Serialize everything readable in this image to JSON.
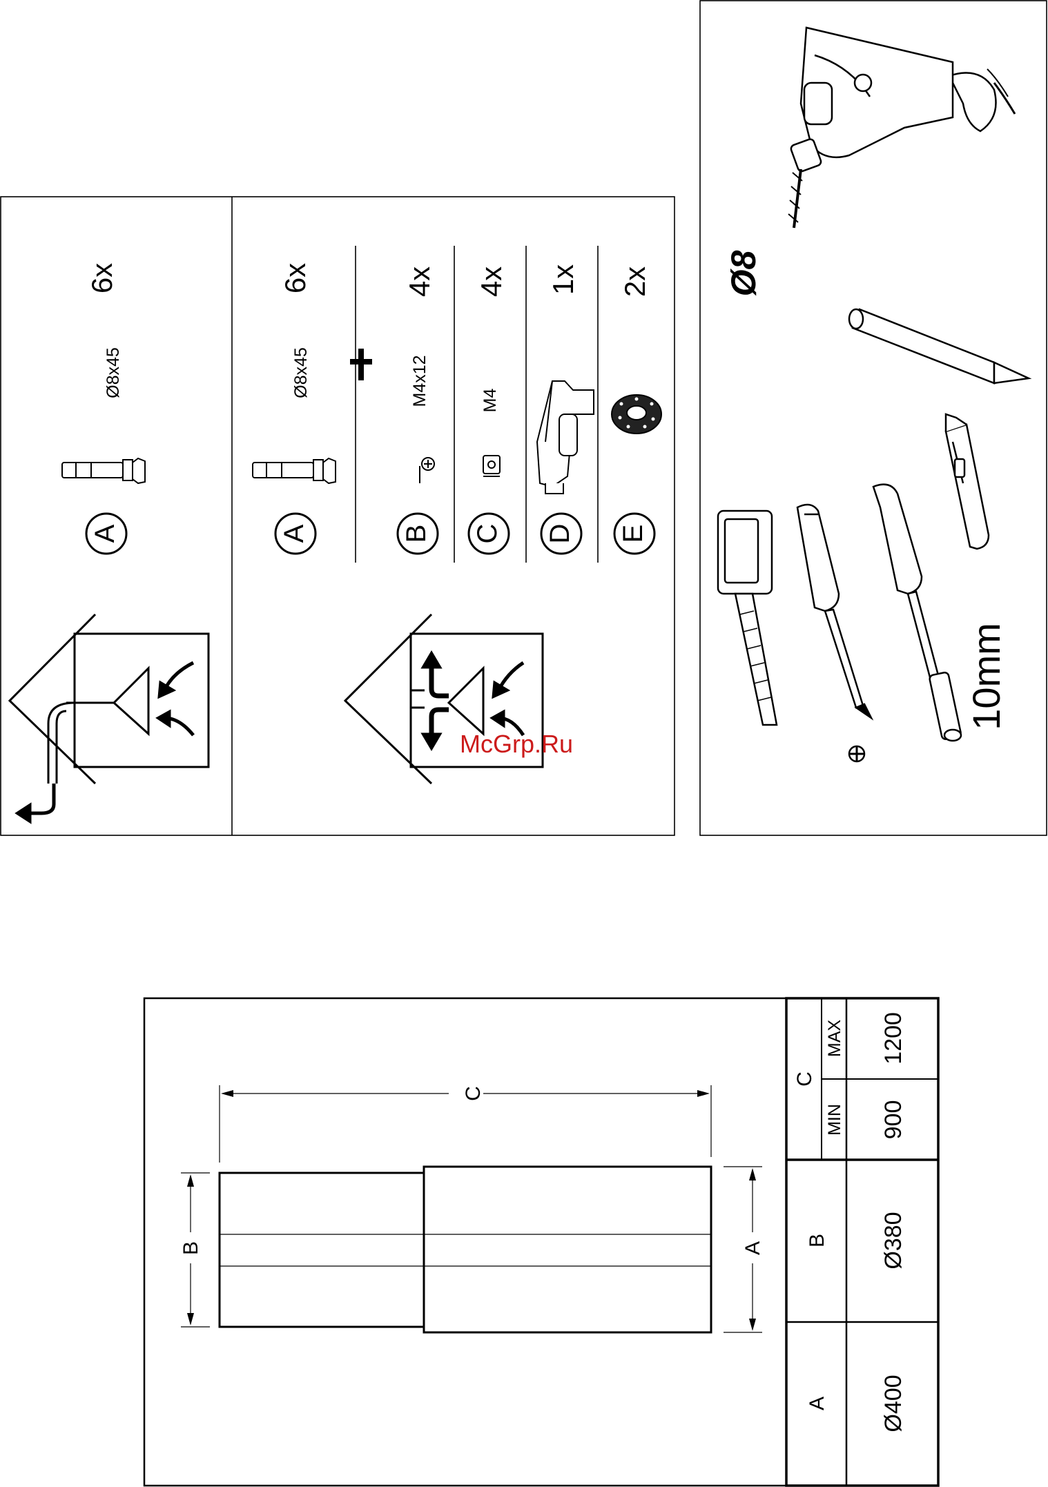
{
  "kit_standard": {
    "item_a": {
      "letter": "A",
      "spec": "Ø8x45",
      "qty": "6x"
    }
  },
  "kit_recirculation": {
    "plus_sign": "+",
    "item_a": {
      "letter": "A",
      "spec": "Ø8x45",
      "qty": "6x"
    },
    "item_b": {
      "letter": "B",
      "spec": "M4x12",
      "qty": "4x"
    },
    "item_c": {
      "letter": "C",
      "spec": "M4",
      "qty": "4x"
    },
    "item_d": {
      "letter": "D",
      "qty": "1x"
    },
    "item_e": {
      "letter": "E",
      "qty": "2x"
    }
  },
  "tools": {
    "drill_diameter": "Ø8",
    "socket_size": "10mm"
  },
  "watermark": "McGrp.Ru",
  "dimension_drawing": {
    "label_a": "A",
    "label_b": "B",
    "label_c": "C"
  },
  "dimension_table": {
    "header_a": "A",
    "header_b": "B",
    "header_c": "C",
    "header_min": "MIN",
    "header_max": "MAX",
    "value_a": "Ø400",
    "value_b": "Ø380",
    "value_c_min": "900",
    "value_c_max": "1200"
  },
  "colors": {
    "ink": "#000000",
    "watermark": "#cc1b1b"
  }
}
